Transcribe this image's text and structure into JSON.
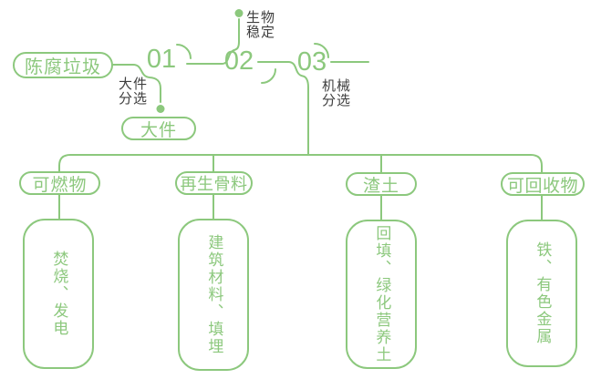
{
  "palette": {
    "green": "#8CC87D",
    "dark": "#3E3E3E",
    "background": "#FFFFFF"
  },
  "flow": {
    "source_label": "陈腐垃圾",
    "steps": [
      {
        "number": "01",
        "label": "大件\n分选"
      },
      {
        "number": "02",
        "label": "生物\n稳定"
      },
      {
        "number": "03",
        "label": "机械\n分选"
      }
    ],
    "bulky_branch_label": "大件",
    "outputs": [
      {
        "category": "可燃物",
        "uses": "焚烧、发电"
      },
      {
        "category": "再生骨料",
        "uses": "建筑材料、填埋"
      },
      {
        "category": "渣土",
        "uses": "回填、绿化营养土"
      },
      {
        "category": "可回收物",
        "uses": "铁、有色金属"
      }
    ]
  }
}
